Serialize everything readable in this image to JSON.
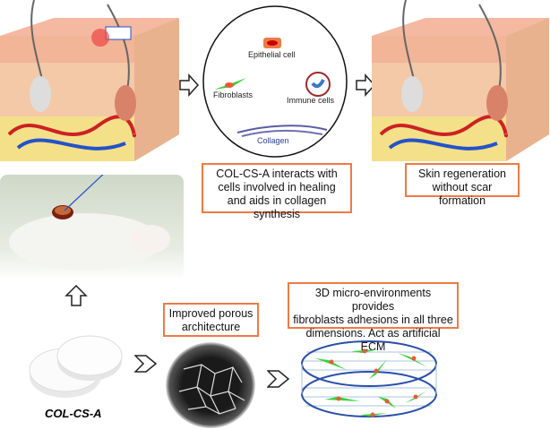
{
  "cells": {
    "epithelial": "Epithelial cell",
    "fibroblasts": "Fibroblasts",
    "immune": "Immune cells",
    "collagen": "Collagen"
  },
  "boxes": {
    "interaction": [
      "COL-CS-A interacts with",
      "cells involved in healing",
      "and aids in collagen synthesis"
    ],
    "regeneration": [
      "Skin regeneration",
      "without scar formation"
    ],
    "porous": [
      "Improved porous",
      "architecture"
    ],
    "micro_env": [
      "3D micro-environments provides",
      "fibroblasts adhesions in all three",
      "dimensions. Act as artificial ECM"
    ]
  },
  "scaffold_label": "COL-CS-A",
  "colors": {
    "box_border": "#f07a43",
    "ring": "#2a4fa8",
    "fibroblast": "#3ad13a",
    "nucleus": "#e85a3a"
  }
}
